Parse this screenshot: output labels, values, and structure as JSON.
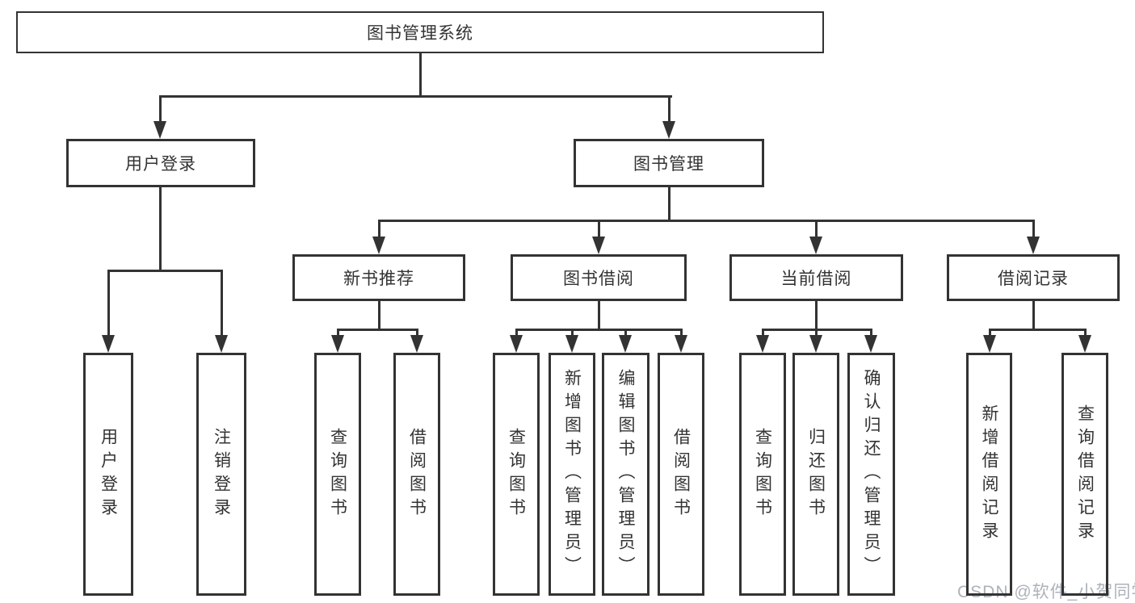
{
  "colors": {
    "line": "#333333",
    "text": "#333333",
    "background": "#ffffff",
    "watermark": "#adb2ba"
  },
  "tree": {
    "root": {
      "label": "图书管理系统",
      "children": [
        {
          "label": "用户登录",
          "children": [
            {
              "label": "用户登录"
            },
            {
              "label": "注销登录"
            }
          ]
        },
        {
          "label": "图书管理",
          "children": [
            {
              "label": "新书推荐",
              "children": [
                {
                  "label": "查询图书"
                },
                {
                  "label": "借阅图书"
                }
              ]
            },
            {
              "label": "图书借阅",
              "children": [
                {
                  "label": "查询图书"
                },
                {
                  "label": "新增图书（管理员）"
                },
                {
                  "label": "编辑图书（管理员）"
                },
                {
                  "label": "借阅图书"
                }
              ]
            },
            {
              "label": "当前借阅",
              "children": [
                {
                  "label": "查询图书"
                },
                {
                  "label": "归还图书"
                },
                {
                  "label": "确认归还（管理员）"
                }
              ]
            },
            {
              "label": "借阅记录",
              "children": [
                {
                  "label": "新增借阅记录"
                },
                {
                  "label": "查询借阅记录"
                }
              ]
            }
          ]
        }
      ]
    }
  },
  "watermark": {
    "text": "CSDN @软件_小贺同学"
  }
}
